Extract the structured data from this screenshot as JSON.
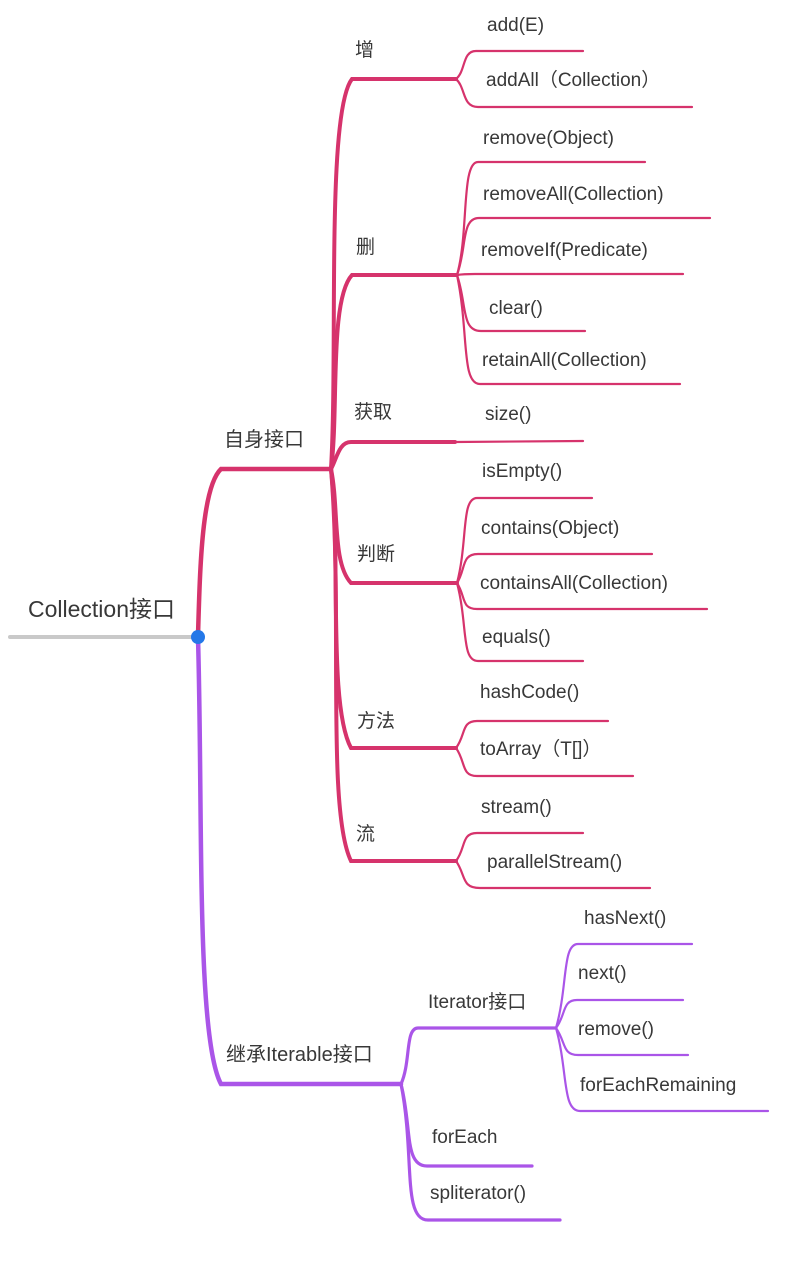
{
  "colors": {
    "own_branch": "#d6336c",
    "iterable_branch": "#aa55e8",
    "root_line": "#c9c9c9",
    "junction_dot": "#2478e8",
    "text": "#383838"
  },
  "root": {
    "label": "Collection接口"
  },
  "own": {
    "label": "自身接口",
    "add": {
      "label": "增",
      "methods": [
        "add(E)",
        "addAll（Collection）"
      ]
    },
    "delete": {
      "label": "删",
      "methods": [
        "remove(Object)",
        "removeAll(Collection)",
        "removeIf(Predicate)",
        "clear()",
        "retainAll(Collection)"
      ]
    },
    "get": {
      "label": "获取",
      "methods": [
        "size()"
      ]
    },
    "judge": {
      "label": "判断",
      "methods": [
        "isEmpty()",
        "contains(Object)",
        "containsAll(Collection)",
        "equals()"
      ]
    },
    "method": {
      "label": "方法",
      "methods": [
        "hashCode()",
        "toArray（T[]）"
      ]
    },
    "stream": {
      "label": "流",
      "methods": [
        "stream()",
        "parallelStream()"
      ]
    }
  },
  "iterable": {
    "label": "继承Iterable接口",
    "iterator": {
      "label": "Iterator接口",
      "methods": [
        "hasNext()",
        "next()",
        "remove()",
        "forEachRemaining"
      ]
    },
    "forEach": {
      "label": "forEach"
    },
    "spliterator": {
      "label": "spliterator()"
    }
  }
}
